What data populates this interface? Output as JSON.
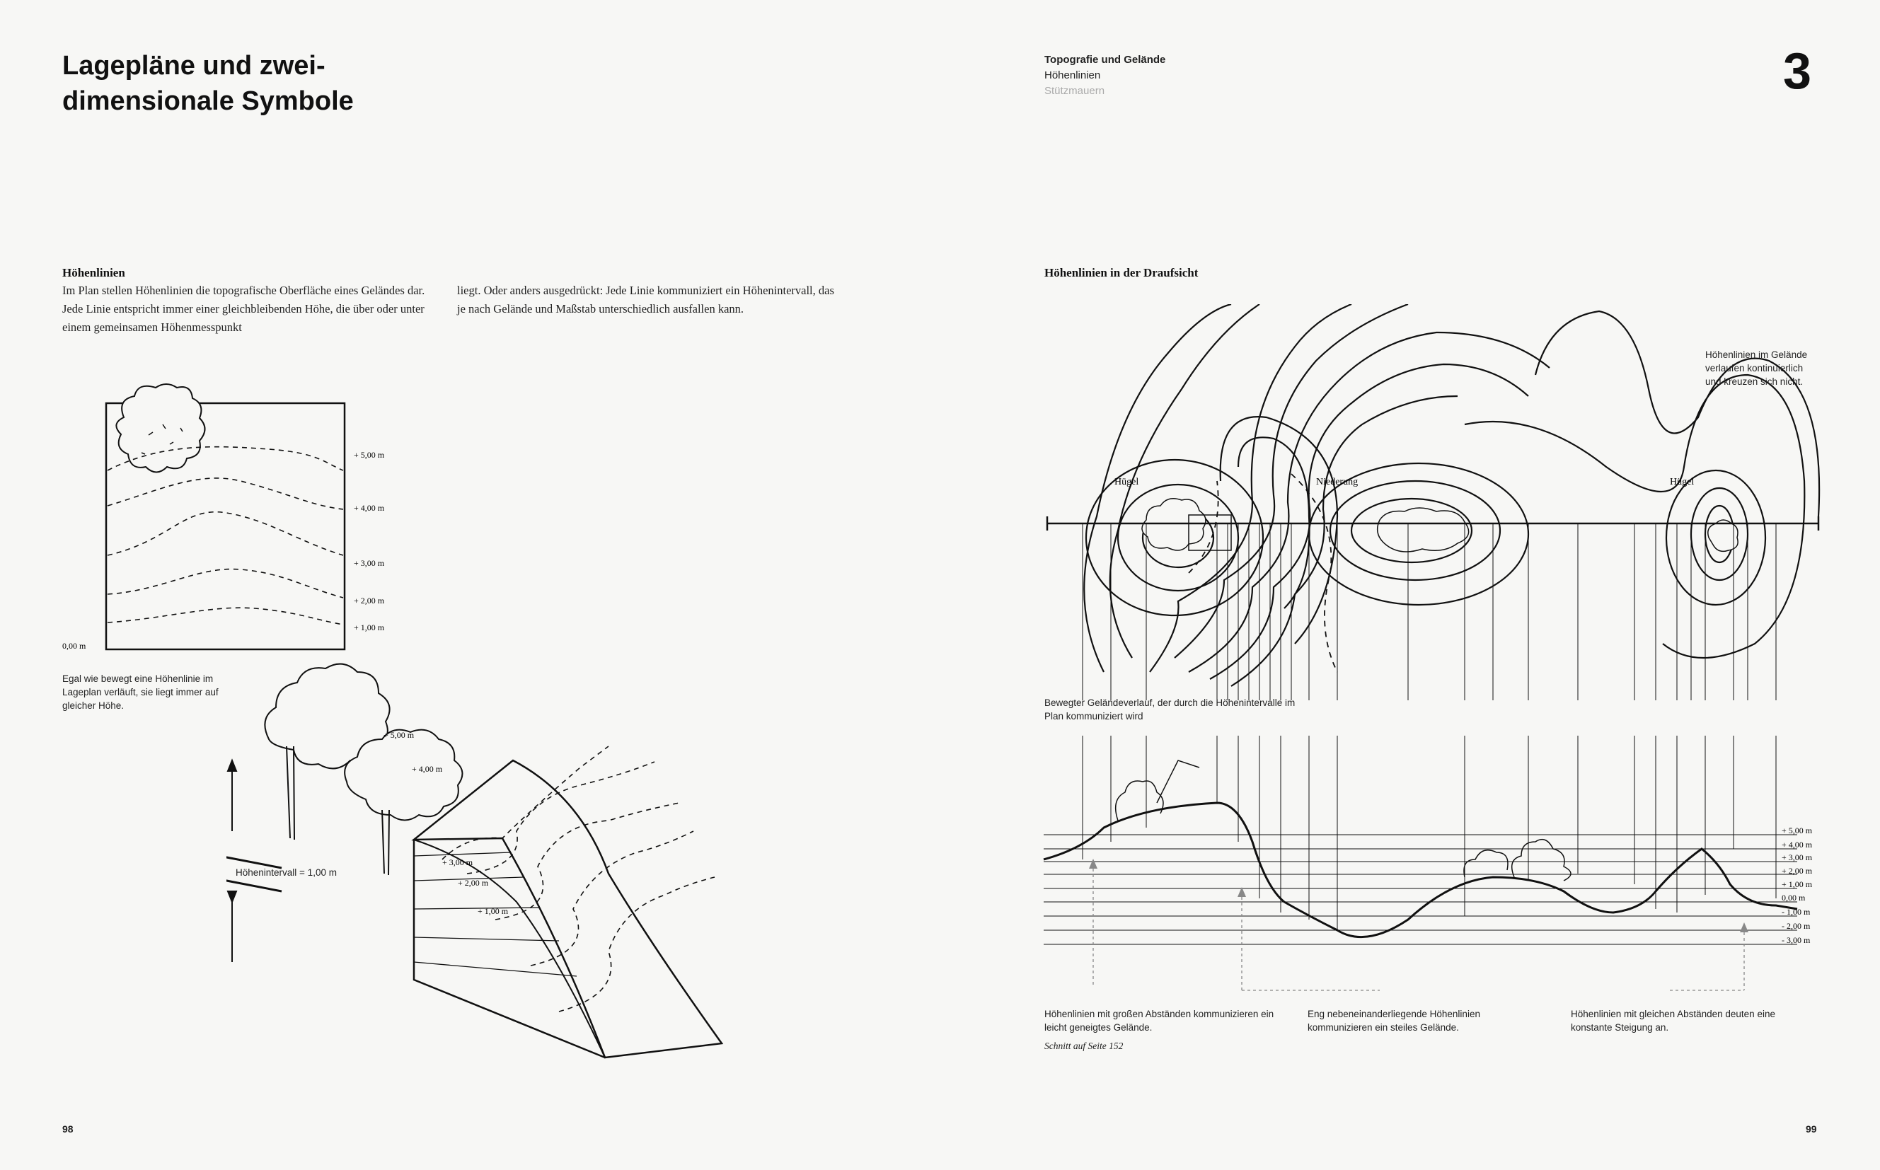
{
  "left": {
    "title": "Lagepläne und zwei-\ndimensionale Symbole",
    "section_heading": "Höhenlinien",
    "paragraph_1": "Im Plan stellen Höhenlinien die topografische Oberfläche eines Geländes dar. Jede Linie entspricht immer einer gleichbleibenden Höhe, die über oder unter einem gemeinsamen Höhenmesspunkt",
    "paragraph_2": "liegt. Oder anders ausgedrückt: Jede Linie kommuniziert ein Höhenintervall, das je nach Gelände und Maßstab unterschiedlich ausfallen kann.",
    "plan_labels": [
      "+ 5,00 m",
      "+ 4,00 m",
      "+ 3,00 m",
      "+ 2,00 m",
      "+ 1,00 m"
    ],
    "plan_base_label": "0,00 m",
    "plan_caption": "Egal wie bewegt eine Höhenlinie im Lageplan verläuft, sie liegt immer auf gleicher Höhe.",
    "iso_labels": [
      "+ 5,00 m",
      "+ 4,00 m",
      "+ 3,00 m",
      "+ 2,00 m",
      "+ 1,00 m"
    ],
    "interval_label": "Höhenintervall = 1,00 m",
    "page_number": "98"
  },
  "right": {
    "nav": [
      "Topografie und Gelände",
      "Höhenlinien",
      "Stützmauern"
    ],
    "chapter_number": "3",
    "heading": "Höhenlinien in der Draufsicht",
    "note_continuous": "Höhenlinien im Gelände verlaufen kontinuierlich und kreuzen sich nicht.",
    "label_hill_1": "Hügel",
    "label_lowland": "Niederung",
    "label_hill_2": "Hügel",
    "section_caption": "Bewegter Geländeverlauf, der durch die Höhenintervalle im Plan kommuniziert wird",
    "section_levels": [
      "+ 5,00 m",
      "+ 4,00 m",
      "+ 3,00 m",
      "+ 2,00 m",
      "+ 1,00 m",
      "0,00 m",
      "- 1,00 m",
      "- 2,00 m",
      "- 3,00 m"
    ],
    "caption_gentle": "Höhenlinien mit großen Abständen kommunizieren ein leicht geneigtes Gelände.",
    "caption_see": "Schnitt auf Seite 152",
    "caption_steep": "Eng nebeneinanderliegende Höhenlinien kommunizieren ein steiles Gelände.",
    "caption_constant": "Höhenlinien mit gleichen Abständen deuten eine konstante Steigung an.",
    "page_number": "99"
  }
}
